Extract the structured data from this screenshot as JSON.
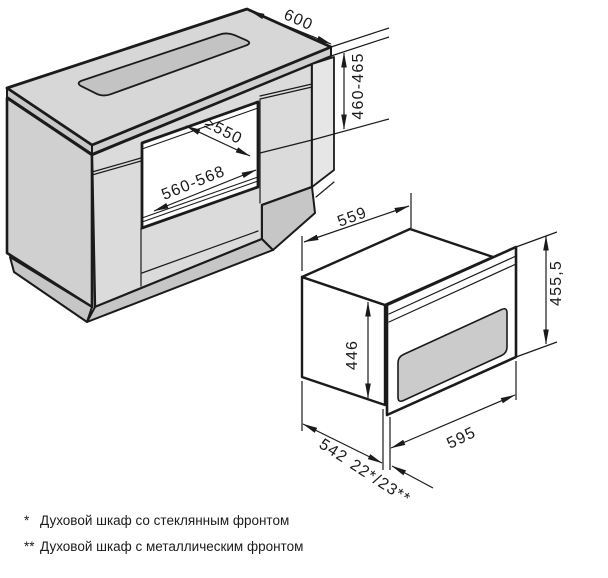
{
  "diagram_title": "oven-building-in-dimensions",
  "cabinet": {
    "top_depth": "600",
    "niche_height": "460-465",
    "niche_min_depth": "≥550",
    "niche_width": "560-568"
  },
  "oven": {
    "top_depth": "559",
    "front_height": "455,5",
    "body_height": "446",
    "bottom_depth": "542",
    "front_width": "595",
    "front_panel_thickness": "22*/23**"
  },
  "footnotes": [
    {
      "marker": "*",
      "text": "Духовой шкаф со стеклянным фронтом"
    },
    {
      "marker": "**",
      "text": "Духовой шкаф с металлическим фронтом"
    }
  ],
  "colors": {
    "line": "#1b1b1b",
    "countertop": "#d7d7d7",
    "cooktop": "#c3c3c3",
    "side_panel": "#d0d0d0",
    "front_face": "#dbdbdb",
    "plinth": "#c6c6c6",
    "glass_window": "#cbcbcb",
    "background": "#ffffff"
  }
}
